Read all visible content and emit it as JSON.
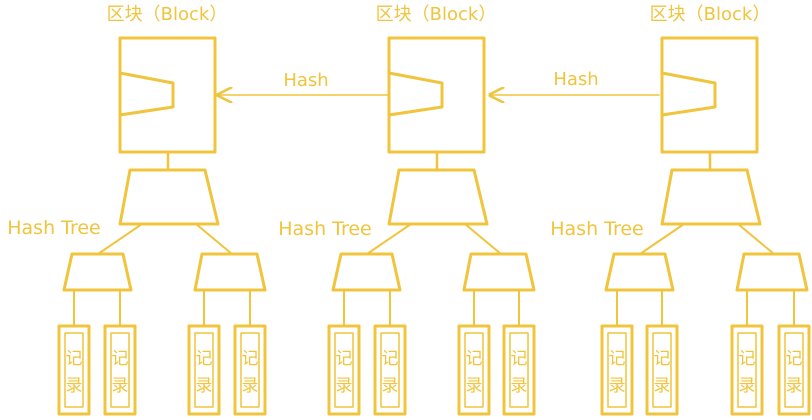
{
  "diagram": {
    "color": "#f0c43c",
    "block_title": "区块（Block）",
    "hash_label": "Hash",
    "hash_tree_label": "Hash Tree",
    "record_char_1": "记",
    "record_char_2": "录"
  }
}
